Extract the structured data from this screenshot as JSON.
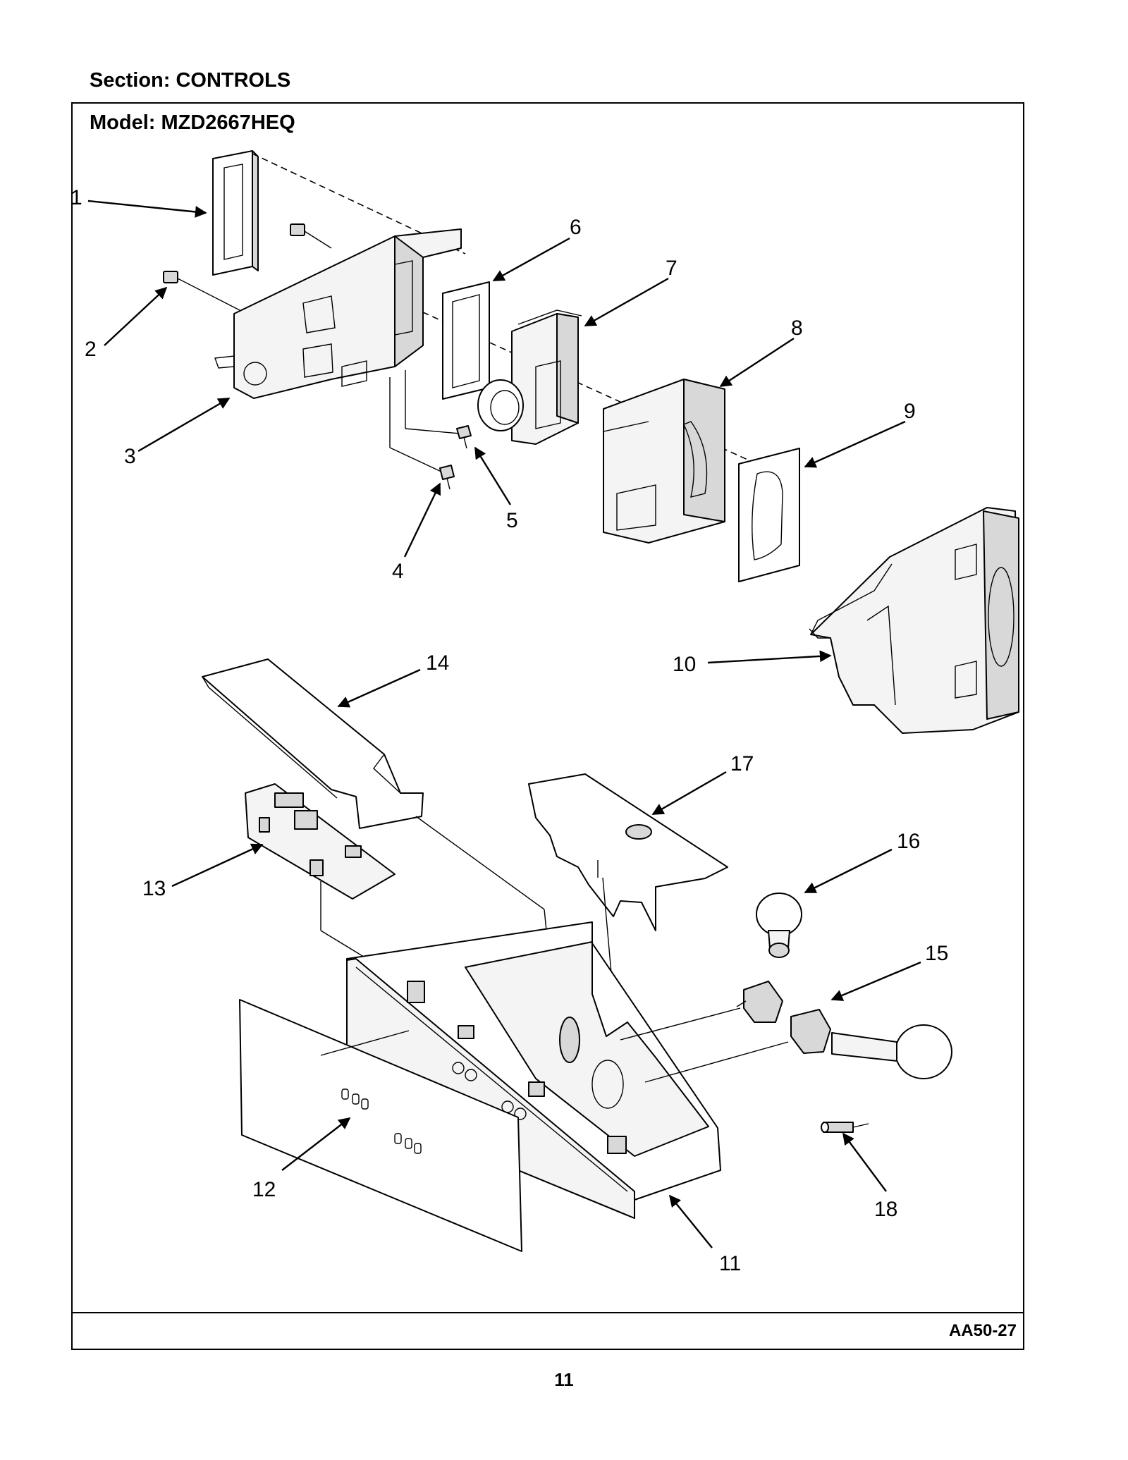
{
  "header": {
    "section_label": "Section:  CONTROLS"
  },
  "frame": {
    "model_label": "Model:  MZD2667HEQ",
    "diagram_code": "AA50-27"
  },
  "footer": {
    "page_number": "11"
  },
  "callouts": [
    "1",
    "2",
    "3",
    "4",
    "5",
    "6",
    "7",
    "8",
    "9",
    "10",
    "11",
    "12",
    "13",
    "14",
    "15",
    "16",
    "17",
    "18"
  ]
}
